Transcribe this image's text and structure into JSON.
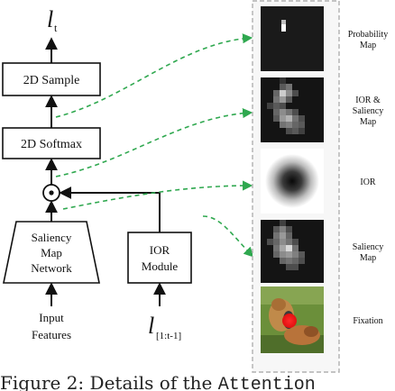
{
  "diagram": {
    "output_symbol": "l",
    "output_subscript": "t",
    "boxes": {
      "sample": "2D Sample",
      "softmax": "2D Softmax",
      "saliency_network_line1": "Saliency",
      "saliency_network_line2": "Map",
      "saliency_network_line3": "Network",
      "ior_module_line1": "IOR",
      "ior_module_line2": "Module"
    },
    "operator_symbol": "⊙",
    "input_features_line1": "Input",
    "input_features_line2": "Features",
    "history_symbol": "l",
    "history_subscript": "[1:t-1]"
  },
  "maps": {
    "labels": [
      [
        "Probability",
        "Map"
      ],
      [
        "IOR &",
        "Saliency",
        "Map"
      ],
      [
        "IOR"
      ],
      [
        "Saliency",
        "Map"
      ],
      [
        "Fixation"
      ]
    ]
  },
  "caption": {
    "lead": "Figure 2:  Details of the ",
    "mono": "Attention"
  },
  "colors": {
    "arrow_green": "#2fa84f",
    "panel_border": "#b0b0b0"
  }
}
